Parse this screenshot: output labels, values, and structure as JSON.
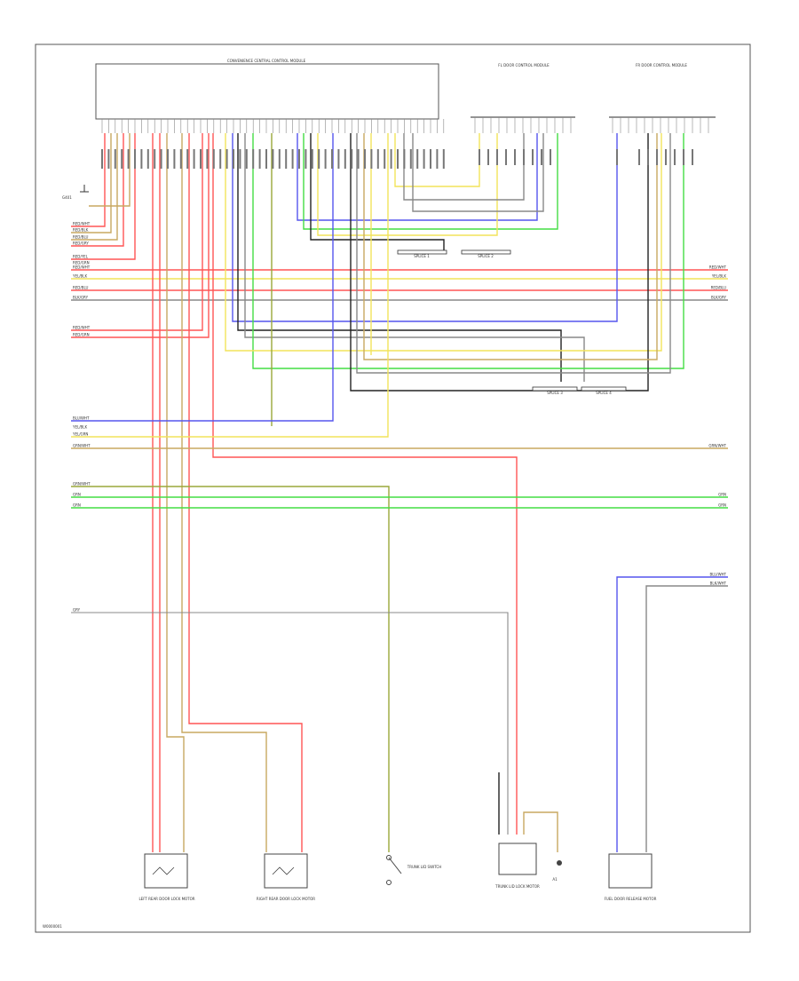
{
  "diagram": {
    "footer_code": "W0000001",
    "modules": {
      "ecm": {
        "title": "CONVENIENCE CENTRAL CONTROL MODULE"
      },
      "door_left": {
        "title": "FL DOOR CONTROL MODULE"
      },
      "door_right": {
        "title": "FR DOOR CONTROL MODULE"
      }
    },
    "splices": [
      "SPLICE 1",
      "SPLICE 2",
      "SPLICE 3",
      "SPLICE 4"
    ],
    "ground_label": "G401",
    "left_wire_labels": [
      "RED/WHT",
      "RED/BLK",
      "RED/BLU",
      "RED/GRY",
      "RED/YEL",
      "RED/GRN",
      "RED/WHT",
      "YEL/BLK",
      "RED/BLU",
      "BLK/GRY",
      "RED/WHT",
      "RED/GRN",
      "BLU/WHT",
      "YEL/BLK",
      "YEL/GRN",
      "GRN/WHT",
      "GRN/WHT",
      "GRN",
      "GRN",
      "GRY"
    ],
    "right_wire_labels": [
      "RED/WHT",
      "YEL/BLK",
      "RED/BLU",
      "BLK/GRY",
      "GRN/WHT",
      "GRN",
      "GRN",
      "BLU/WHT",
      "BLK/WHT"
    ],
    "components": [
      {
        "id": "lock_left",
        "label": "LEFT REAR DOOR LOCK MOTOR"
      },
      {
        "id": "lock_right",
        "label": "RIGHT REAR DOOR LOCK MOTOR"
      },
      {
        "id": "switch",
        "label": "TRUNK LID SWITCH"
      },
      {
        "id": "sensor",
        "label": "TRUNK LID LOCK MOTOR"
      },
      {
        "id": "unit",
        "label": "FUEL DOOR RELEASE MOTOR"
      }
    ],
    "connector_tag": "A1",
    "colors": {
      "red": "#ff5555",
      "yellow": "#f2e35a",
      "green": "#44dd44",
      "blue": "#5555ee",
      "gray": "#888888",
      "black": "#222222",
      "tan": "#c8a860",
      "olive": "#9aa83a"
    }
  }
}
